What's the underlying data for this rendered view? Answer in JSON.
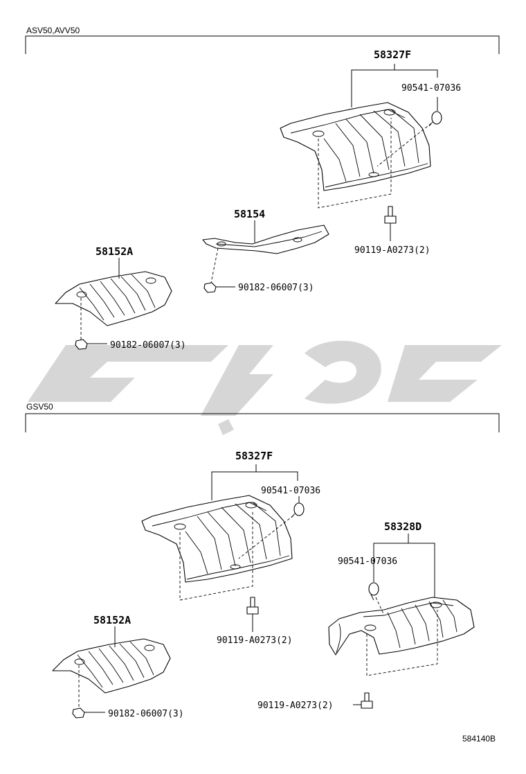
{
  "sections": [
    {
      "header": "ASV50,AVV50",
      "labels": {
        "heat_insulator_upper": "58327F",
        "clip_upper": "90541-07036",
        "bolt_upper": "90119-A0273(2)",
        "insulator_mid": "58154",
        "nut_mid": "90182-06007(3)",
        "insulator_front": "58152A",
        "nut_front": "90182-06007(3)"
      }
    },
    {
      "header": "GSV50",
      "labels": {
        "heat_insulator_upper": "58327F",
        "clip_upper": "90541-07036",
        "bolt_upper": "90119-A0273(2)",
        "insulator_rear": "58328D",
        "clip_rear": "90541-07036",
        "bolt_rear": "90119-A0273(2)",
        "insulator_front": "58152A",
        "nut_front": "90182-06007(3)"
      }
    }
  ],
  "figure_ref": "584140B",
  "watermark": {
    "color": "#d6d6d6"
  }
}
